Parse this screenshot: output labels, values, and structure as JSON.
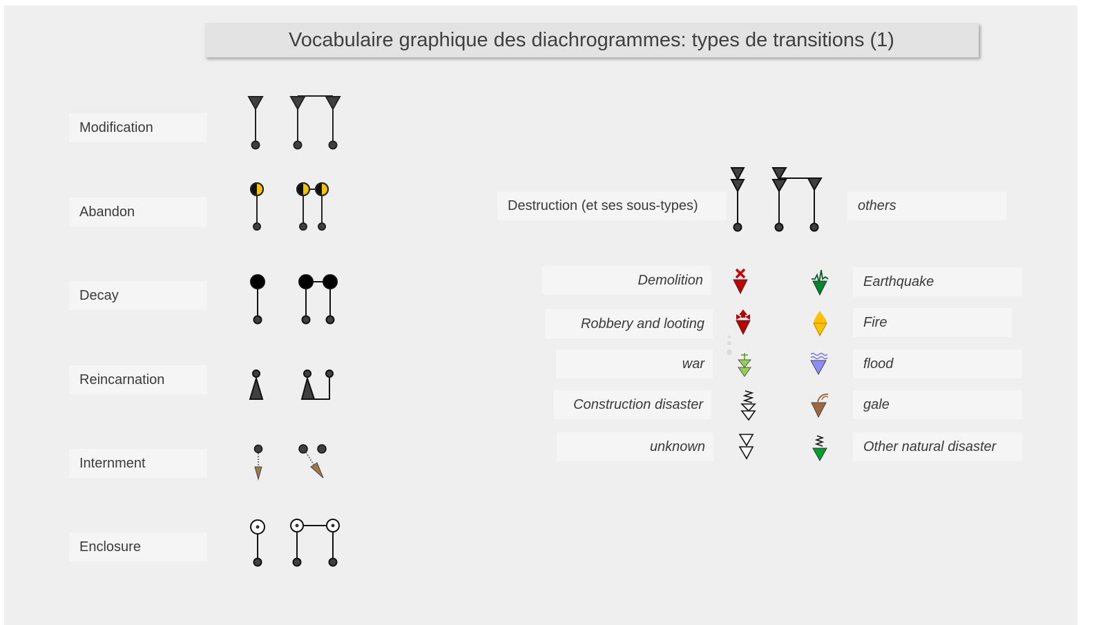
{
  "title": "Vocabulaire graphique des diachrogrammes: types de transitions (1)",
  "transitions": [
    {
      "label": "Modification",
      "symbol": "modification-symbol"
    },
    {
      "label": "Abandon",
      "symbol": "abandon-symbol"
    },
    {
      "label": "Decay",
      "symbol": "decay-symbol"
    },
    {
      "label": "Reincarnation",
      "symbol": "reincarnation-symbol"
    },
    {
      "label": "Internment",
      "symbol": "internment-symbol"
    },
    {
      "label": "Enclosure",
      "symbol": "enclosure-symbol"
    }
  ],
  "destruction": {
    "label": "Destruction (et ses sous-types)",
    "others_label": "others",
    "human_causes": [
      {
        "label": "Demolition",
        "icon": "demolition-icon",
        "color": "#c00000"
      },
      {
        "label": "Robbery and looting",
        "icon": "robbery-icon",
        "color": "#c00000"
      },
      {
        "label": "war",
        "icon": "war-icon",
        "color": "#92d050"
      },
      {
        "label": "Construction disaster",
        "icon": "construction-disaster-icon",
        "color": "#ffffff"
      },
      {
        "label": "unknown",
        "icon": "unknown-icon",
        "color": "#ffffff"
      }
    ],
    "natural_causes": [
      {
        "label": "Earthquake",
        "icon": "earthquake-icon",
        "color": "#00862b"
      },
      {
        "label": "Fire",
        "icon": "fire-icon",
        "color": "#ffc000"
      },
      {
        "label": "flood",
        "icon": "flood-icon",
        "color": "#8c8cff"
      },
      {
        "label": "gale",
        "icon": "gale-icon",
        "color": "#a0683a"
      },
      {
        "label": "Other natural disaster",
        "icon": "other-natural-disaster-icon",
        "color": "#00a02a"
      }
    ]
  },
  "colors": {
    "abandon_fill": "#f5c400",
    "node_dark": "#3f3f3f",
    "internment_arrow": "#a0764a"
  }
}
